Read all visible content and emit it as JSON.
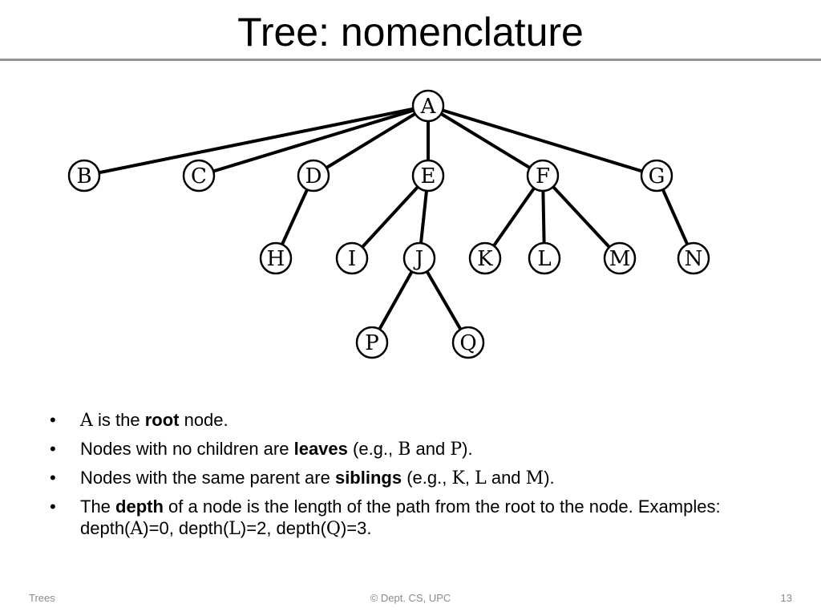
{
  "title": "Tree: nomenclature",
  "tree": {
    "nodes": [
      {
        "id": "A",
        "label": "A"
      },
      {
        "id": "B",
        "label": "B"
      },
      {
        "id": "C",
        "label": "C"
      },
      {
        "id": "D",
        "label": "D"
      },
      {
        "id": "E",
        "label": "E"
      },
      {
        "id": "F",
        "label": "F"
      },
      {
        "id": "G",
        "label": "G"
      },
      {
        "id": "H",
        "label": "H"
      },
      {
        "id": "I",
        "label": "I"
      },
      {
        "id": "J",
        "label": "J"
      },
      {
        "id": "K",
        "label": "K"
      },
      {
        "id": "L",
        "label": "L"
      },
      {
        "id": "M",
        "label": "M"
      },
      {
        "id": "N",
        "label": "N"
      },
      {
        "id": "P",
        "label": "P"
      },
      {
        "id": "Q",
        "label": "Q"
      }
    ],
    "edges": [
      [
        "A",
        "B"
      ],
      [
        "A",
        "C"
      ],
      [
        "A",
        "D"
      ],
      [
        "A",
        "E"
      ],
      [
        "A",
        "F"
      ],
      [
        "A",
        "G"
      ],
      [
        "D",
        "H"
      ],
      [
        "E",
        "I"
      ],
      [
        "E",
        "J"
      ],
      [
        "F",
        "K"
      ],
      [
        "F",
        "L"
      ],
      [
        "F",
        "M"
      ],
      [
        "G",
        "N"
      ],
      [
        "J",
        "P"
      ],
      [
        "J",
        "Q"
      ]
    ]
  },
  "bullets": [
    [
      {
        "t": "A",
        "math": true
      },
      {
        "t": " is the "
      },
      {
        "t": "root",
        "bold": true
      },
      {
        "t": " node."
      }
    ],
    [
      {
        "t": "Nodes with no children are "
      },
      {
        "t": "leaves",
        "bold": true
      },
      {
        "t": " (e.g., "
      },
      {
        "t": "B",
        "math": true
      },
      {
        "t": " and "
      },
      {
        "t": "P",
        "math": true
      },
      {
        "t": ")."
      }
    ],
    [
      {
        "t": "Nodes with the same parent are "
      },
      {
        "t": "siblings",
        "bold": true
      },
      {
        "t": " (e.g., "
      },
      {
        "t": "K",
        "math": true
      },
      {
        "t": ", "
      },
      {
        "t": "L",
        "math": true
      },
      {
        "t": " and "
      },
      {
        "t": "M",
        "math": true
      },
      {
        "t": ")."
      }
    ],
    [
      {
        "t": "The "
      },
      {
        "t": "depth",
        "bold": true
      },
      {
        "t": " of a node is the length of the path from the root to the node. Examples: depth("
      },
      {
        "t": "A",
        "math": true
      },
      {
        "t": ")=0, depth("
      },
      {
        "t": "L",
        "math": true
      },
      {
        "t": ")=2, depth("
      },
      {
        "t": "Q",
        "math": true
      },
      {
        "t": ")=3."
      }
    ]
  ],
  "footer": {
    "left": "Trees",
    "center": "© Dept. CS, UPC",
    "right": "13"
  }
}
